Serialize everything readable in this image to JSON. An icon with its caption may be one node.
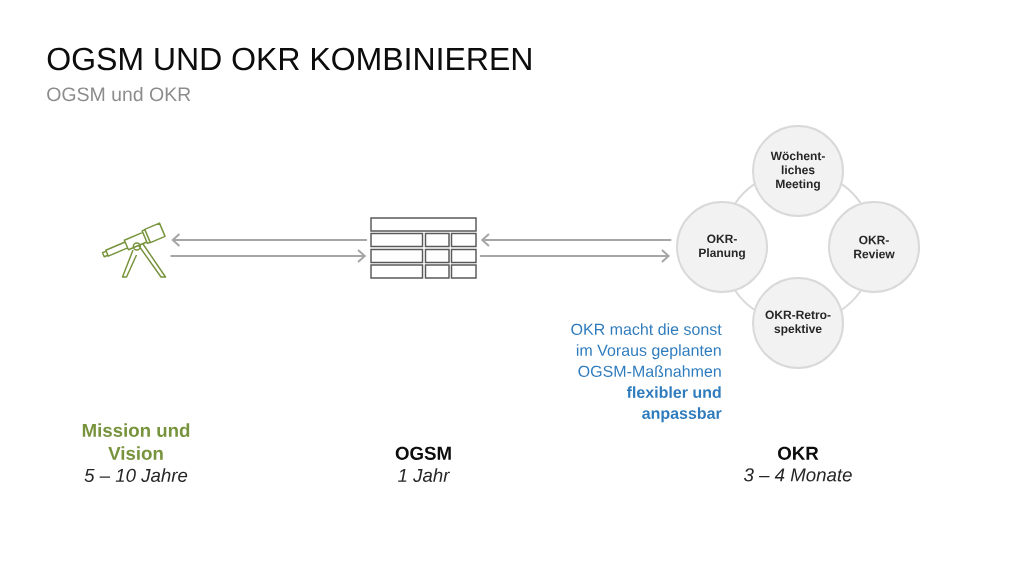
{
  "diagram": {
    "title": "OGSM UND OKR KOMBINIEREN",
    "nodes": [
      {
        "text": [],
        "shape": "picture",
        "beside": [
          "Mission und Vision",
          "5 – 10 Jahre"
        ]
      },
      {
        "text": [],
        "shape": "picture",
        "beside": [
          "OGSM",
          "1 Jahr"
        ]
      },
      {
        "text": [
          "Wöchent- liches Meeting"
        ]
      },
      {
        "text": [
          "OKR- Planung"
        ]
      },
      {
        "text": [
          "OKR- Review"
        ]
      },
      {
        "text": [
          "OKR-Retro- spektive"
        ]
      }
    ],
    "edges": [
      {
        "from": 1,
        "to": 0,
        "arrow": "to"
      },
      {
        "from": 0,
        "to": 1,
        "arrow": "to"
      },
      {
        "from": 3,
        "to": 1,
        "arrow": "to"
      },
      {
        "from": 1,
        "to": 3,
        "arrow": "to"
      },
      {
        "from": 2,
        "to": 4,
        "arrow": "none",
        "color": "#d9d9d9"
      },
      {
        "from": 4,
        "to": 5,
        "arrow": "none",
        "color": "#d9d9d9"
      },
      {
        "from": 5,
        "to": 3,
        "arrow": "none",
        "color": "#d9d9d9"
      },
      {
        "from": 3,
        "to": 2,
        "arrow": "none",
        "color": "#d9d9d9"
      }
    ],
    "labels": [
      "OGSM und OKR",
      "OKR macht die sonst im Voraus geplanten OGSM-Maßnahmen **flexibler und anpassbar**",
      "OKR",
      "3 – 4 Monate"
    ]
  }
}
